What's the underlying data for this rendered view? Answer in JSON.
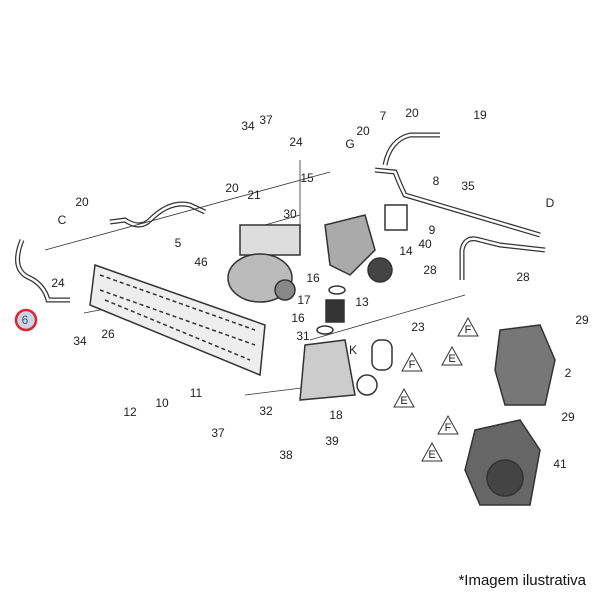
{
  "callouts": [
    "34",
    "37",
    "24",
    "15",
    "7",
    "20",
    "19",
    "20",
    "G",
    "8",
    "35",
    "D",
    "20",
    "20",
    "21",
    "C",
    "30",
    "5",
    "14",
    "40",
    "9",
    "46",
    "28",
    "28",
    "16",
    "17",
    "13",
    "24",
    "6",
    "34",
    "26",
    "16",
    "23",
    "29",
    "F",
    "31",
    "K",
    "E",
    "F",
    "2",
    "12",
    "10",
    "11",
    "E",
    "32",
    "18",
    "39",
    "37",
    "38",
    "F",
    "29",
    "E",
    "41"
  ],
  "highlighted_callout": "6",
  "highlight_color": "#e0242c",
  "footer": "*Imagem ilustrativa"
}
